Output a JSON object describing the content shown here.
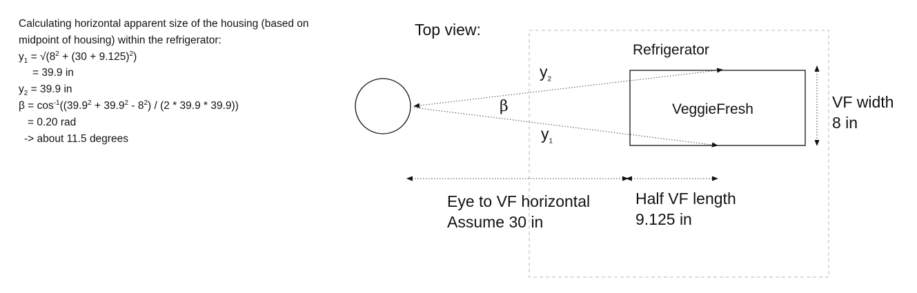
{
  "calculation": {
    "intro_line1": "Calculating horizontal apparent size of the housing (based on",
    "intro_line2": "midpoint of housing) within the refrigerator:",
    "y1_var": "y",
    "y1_sub": "1",
    "y1_eq_a": " = √(8",
    "y1_sup_a": "2",
    "y1_eq_b": " + (30 + 9.125)",
    "y1_sup_b": "2",
    "y1_eq_c": ")",
    "y1_result": "= 39.9 in",
    "y2_var": "y",
    "y2_sub": "2",
    "y2_eq": " = 39.9 in",
    "beta_a": "β = cos",
    "beta_sup_inv": "-1",
    "beta_b": "((39.9",
    "beta_sup_1": "2",
    "beta_c": " + 39.9",
    "beta_sup_2": "2",
    "beta_d": " - 8",
    "beta_sup_3": "2",
    "beta_e": ") / (2 * 39.9 * 39.9))",
    "rad_result": "= 0.20 rad",
    "degrees_result": "-> about 11.5 degrees"
  },
  "diagram": {
    "top_view_label": "Top view:",
    "refrigerator_label": "Refrigerator",
    "housing_label": "VeggieFresh",
    "y2_label": "y",
    "y2_sub": "2",
    "beta_label": "β",
    "y1_label": "y",
    "y1_sub": "1",
    "vf_width_line1": "VF width",
    "vf_width_line2": "8 in",
    "eye_distance_line1": "Eye to VF horizontal",
    "eye_distance_line2": "Assume 30 in",
    "half_length_line1": "Half VF length",
    "half_length_line2": "9.125 in"
  }
}
